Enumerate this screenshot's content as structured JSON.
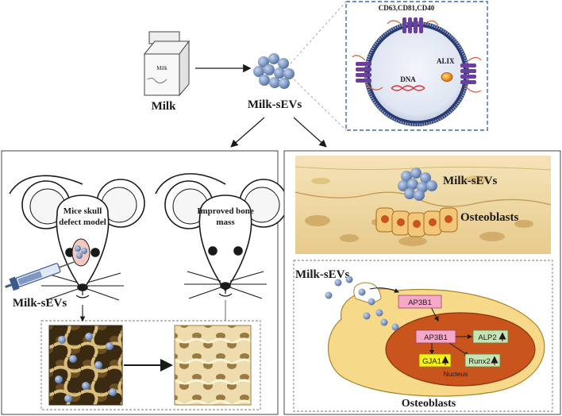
{
  "top": {
    "milk_label": "Milk",
    "milk_carton_text": "Milk",
    "sev_label": "Milk-sEVs",
    "markers_label": "CD63,CD81,CD40",
    "alix_label": "ALIX",
    "dna_label": "DNA"
  },
  "left_panel": {
    "mouse1_label_line1": "Mice skull",
    "mouse1_label_line2": "defect model",
    "mouse2_label_line1": "Improved bone",
    "mouse2_label_line2": "mass",
    "injection_label": "Milk-sEVs"
  },
  "right_panel": {
    "tissue_sev_label": "Milk-sEVs",
    "tissue_cell_label": "Osteoblasts",
    "cell_sev_label": "Milk-sEVs",
    "protein_ap3b1_a": "AP3B1",
    "protein_ap3b1_b": "AP3B1",
    "protein_alp2": "ALP2",
    "protein_gja1": "GJA1",
    "protein_runx2": "Runx2",
    "nucleus_label": "Nucleus",
    "cell_label": "Osteoblasts"
  },
  "colors": {
    "sev_blue": "#7f98c3",
    "membrane_purple": "#6b3fa0",
    "dashed_blue": "#3a68b8",
    "nucleus_orange": "#c9541c",
    "cell_yellow": "#f7d98a",
    "bone_tan": "#e6c88c",
    "ap3b1_pink": "#f4a9c8",
    "alp2_green": "#c7e2b5",
    "gja1_yellow": "#f2ef1e",
    "up_arrow_red": "#d62222"
  }
}
